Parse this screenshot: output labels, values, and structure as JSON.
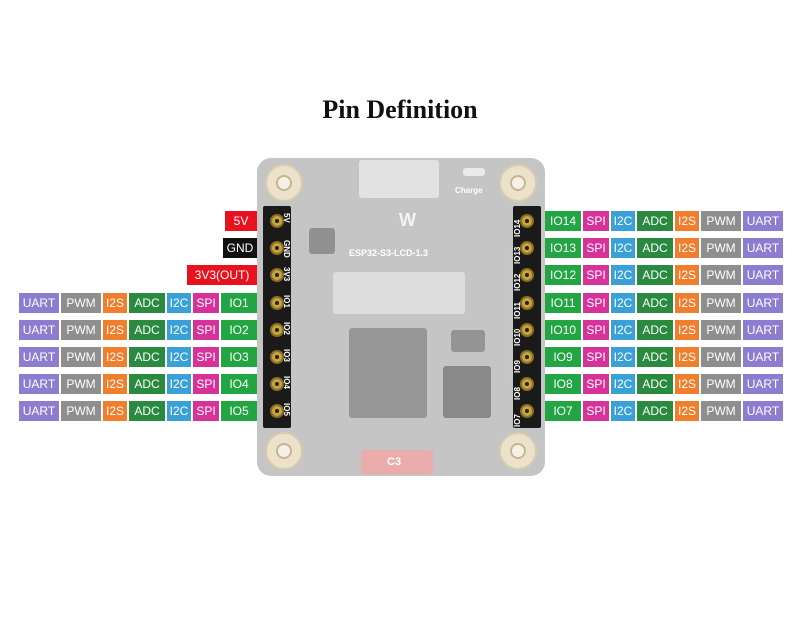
{
  "title": "Pin Definition",
  "board": {
    "model": "ESP32-S3-LCD-1.3",
    "charge": "Charge",
    "c3": "C3",
    "brand": "W"
  },
  "colors": {
    "UART": "#8c7dd1",
    "PWM": "#8e8e8e",
    "I2S": "#f07e2d",
    "ADC": "#2a8a3f",
    "I2C": "#3aa0d8",
    "SPI": "#d6339a",
    "IO": "#23a544",
    "5V": "#e8121e",
    "GND": "#111111",
    "3V3": "#e8121e"
  },
  "left_pins": [
    {
      "silk": "5V",
      "labels": [
        {
          "text": "5V",
          "type": "5V"
        }
      ]
    },
    {
      "silk": "GND",
      "labels": [
        {
          "text": "GND",
          "type": "GND"
        }
      ]
    },
    {
      "silk": "3V3",
      "labels": [
        {
          "text": "3V3(OUT)",
          "type": "3V3"
        }
      ]
    },
    {
      "silk": "IO1",
      "labels": [
        {
          "text": "UART",
          "type": "UART"
        },
        {
          "text": "PWM",
          "type": "PWM"
        },
        {
          "text": "I2S",
          "type": "I2S"
        },
        {
          "text": "ADC",
          "type": "ADC"
        },
        {
          "text": "I2C",
          "type": "I2C"
        },
        {
          "text": "SPI",
          "type": "SPI"
        },
        {
          "text": "IO1",
          "type": "IO"
        }
      ]
    },
    {
      "silk": "IO2",
      "labels": [
        {
          "text": "UART",
          "type": "UART"
        },
        {
          "text": "PWM",
          "type": "PWM"
        },
        {
          "text": "I2S",
          "type": "I2S"
        },
        {
          "text": "ADC",
          "type": "ADC"
        },
        {
          "text": "I2C",
          "type": "I2C"
        },
        {
          "text": "SPI",
          "type": "SPI"
        },
        {
          "text": "IO2",
          "type": "IO"
        }
      ]
    },
    {
      "silk": "IO3",
      "labels": [
        {
          "text": "UART",
          "type": "UART"
        },
        {
          "text": "PWM",
          "type": "PWM"
        },
        {
          "text": "I2S",
          "type": "I2S"
        },
        {
          "text": "ADC",
          "type": "ADC"
        },
        {
          "text": "I2C",
          "type": "I2C"
        },
        {
          "text": "SPI",
          "type": "SPI"
        },
        {
          "text": "IO3",
          "type": "IO"
        }
      ]
    },
    {
      "silk": "IO4",
      "labels": [
        {
          "text": "UART",
          "type": "UART"
        },
        {
          "text": "PWM",
          "type": "PWM"
        },
        {
          "text": "I2S",
          "type": "I2S"
        },
        {
          "text": "ADC",
          "type": "ADC"
        },
        {
          "text": "I2C",
          "type": "I2C"
        },
        {
          "text": "SPI",
          "type": "SPI"
        },
        {
          "text": "IO4",
          "type": "IO"
        }
      ]
    },
    {
      "silk": "IO5",
      "labels": [
        {
          "text": "UART",
          "type": "UART"
        },
        {
          "text": "PWM",
          "type": "PWM"
        },
        {
          "text": "I2S",
          "type": "I2S"
        },
        {
          "text": "ADC",
          "type": "ADC"
        },
        {
          "text": "I2C",
          "type": "I2C"
        },
        {
          "text": "SPI",
          "type": "SPI"
        },
        {
          "text": "IO5",
          "type": "IO"
        }
      ]
    }
  ],
  "right_pins": [
    {
      "silk": "IO14",
      "labels": [
        {
          "text": "IO14",
          "type": "IO"
        },
        {
          "text": "SPI",
          "type": "SPI"
        },
        {
          "text": "I2C",
          "type": "I2C"
        },
        {
          "text": "ADC",
          "type": "ADC"
        },
        {
          "text": "I2S",
          "type": "I2S"
        },
        {
          "text": "PWM",
          "type": "PWM"
        },
        {
          "text": "UART",
          "type": "UART"
        }
      ]
    },
    {
      "silk": "IO13",
      "labels": [
        {
          "text": "IO13",
          "type": "IO"
        },
        {
          "text": "SPI",
          "type": "SPI"
        },
        {
          "text": "I2C",
          "type": "I2C"
        },
        {
          "text": "ADC",
          "type": "ADC"
        },
        {
          "text": "I2S",
          "type": "I2S"
        },
        {
          "text": "PWM",
          "type": "PWM"
        },
        {
          "text": "UART",
          "type": "UART"
        }
      ]
    },
    {
      "silk": "IO12",
      "labels": [
        {
          "text": "IO12",
          "type": "IO"
        },
        {
          "text": "SPI",
          "type": "SPI"
        },
        {
          "text": "I2C",
          "type": "I2C"
        },
        {
          "text": "ADC",
          "type": "ADC"
        },
        {
          "text": "I2S",
          "type": "I2S"
        },
        {
          "text": "PWM",
          "type": "PWM"
        },
        {
          "text": "UART",
          "type": "UART"
        }
      ]
    },
    {
      "silk": "IO11",
      "labels": [
        {
          "text": "IO11",
          "type": "IO"
        },
        {
          "text": "SPI",
          "type": "SPI"
        },
        {
          "text": "I2C",
          "type": "I2C"
        },
        {
          "text": "ADC",
          "type": "ADC"
        },
        {
          "text": "I2S",
          "type": "I2S"
        },
        {
          "text": "PWM",
          "type": "PWM"
        },
        {
          "text": "UART",
          "type": "UART"
        }
      ]
    },
    {
      "silk": "IO10",
      "labels": [
        {
          "text": "IO10",
          "type": "IO"
        },
        {
          "text": "SPI",
          "type": "SPI"
        },
        {
          "text": "I2C",
          "type": "I2C"
        },
        {
          "text": "ADC",
          "type": "ADC"
        },
        {
          "text": "I2S",
          "type": "I2S"
        },
        {
          "text": "PWM",
          "type": "PWM"
        },
        {
          "text": "UART",
          "type": "UART"
        }
      ]
    },
    {
      "silk": "IO9",
      "labels": [
        {
          "text": "IO9",
          "type": "IO"
        },
        {
          "text": "SPI",
          "type": "SPI"
        },
        {
          "text": "I2C",
          "type": "I2C"
        },
        {
          "text": "ADC",
          "type": "ADC"
        },
        {
          "text": "I2S",
          "type": "I2S"
        },
        {
          "text": "PWM",
          "type": "PWM"
        },
        {
          "text": "UART",
          "type": "UART"
        }
      ]
    },
    {
      "silk": "IO8",
      "labels": [
        {
          "text": "IO8",
          "type": "IO"
        },
        {
          "text": "SPI",
          "type": "SPI"
        },
        {
          "text": "I2C",
          "type": "I2C"
        },
        {
          "text": "ADC",
          "type": "ADC"
        },
        {
          "text": "I2S",
          "type": "I2S"
        },
        {
          "text": "PWM",
          "type": "PWM"
        },
        {
          "text": "UART",
          "type": "UART"
        }
      ]
    },
    {
      "silk": "IO7",
      "labels": [
        {
          "text": "IO7",
          "type": "IO"
        },
        {
          "text": "SPI",
          "type": "SPI"
        },
        {
          "text": "I2C",
          "type": "I2C"
        },
        {
          "text": "ADC",
          "type": "ADC"
        },
        {
          "text": "I2S",
          "type": "I2S"
        },
        {
          "text": "PWM",
          "type": "PWM"
        },
        {
          "text": "UART",
          "type": "UART"
        }
      ]
    }
  ]
}
